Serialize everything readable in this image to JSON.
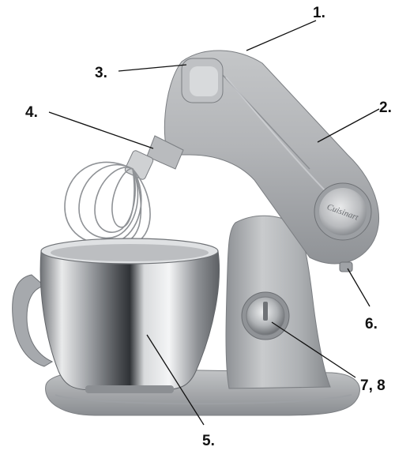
{
  "figure": {
    "brand_badge": "Cuisinart",
    "colors": {
      "body": "#a9acaf",
      "body_dark": "#7d8084",
      "body_light": "#d3d5d7",
      "steel_light": "#f2f3f4",
      "steel_dark": "#5c5f63",
      "leader": "#111111",
      "label": "#111111"
    },
    "callouts": [
      {
        "id": "1",
        "label": "1."
      },
      {
        "id": "2",
        "label": "2."
      },
      {
        "id": "3",
        "label": "3."
      },
      {
        "id": "4",
        "label": "4."
      },
      {
        "id": "5",
        "label": "5."
      },
      {
        "id": "6",
        "label": "6."
      },
      {
        "id": "78",
        "label": "7, 8"
      }
    ]
  }
}
